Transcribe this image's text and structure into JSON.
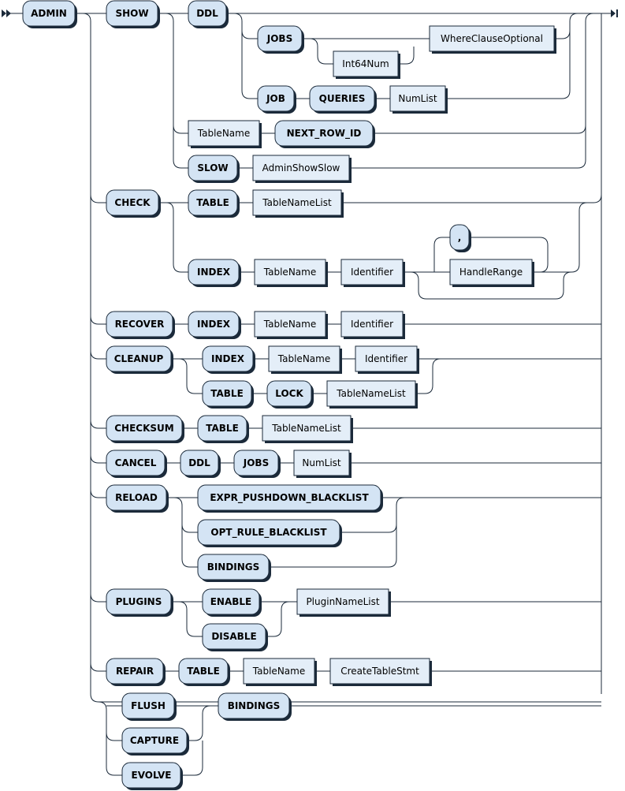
{
  "diagram": {
    "title": "",
    "terminals": {
      "keyword_fill": "#d4e4f4",
      "nonterminal_fill": "#e4eef8",
      "line_color": "#1b2a3a"
    },
    "tokens": [
      {
        "id": "admin",
        "kind": "keyword",
        "label": "ADMIN"
      },
      {
        "id": "show",
        "kind": "keyword",
        "label": "SHOW"
      },
      {
        "id": "ddl",
        "kind": "keyword",
        "label": "DDL"
      },
      {
        "id": "jobs",
        "kind": "keyword",
        "label": "JOBS"
      },
      {
        "id": "int64num",
        "kind": "nonterminal",
        "label": "Int64Num"
      },
      {
        "id": "where_clause_optional",
        "kind": "nonterminal",
        "label": "WhereClauseOptional"
      },
      {
        "id": "job",
        "kind": "keyword",
        "label": "JOB"
      },
      {
        "id": "queries",
        "kind": "keyword",
        "label": "QUERIES"
      },
      {
        "id": "numlist_1",
        "kind": "nonterminal",
        "label": "NumList"
      },
      {
        "id": "tablename_1",
        "kind": "nonterminal",
        "label": "TableName"
      },
      {
        "id": "next_row_id",
        "kind": "keyword",
        "label": "NEXT_ROW_ID"
      },
      {
        "id": "slow",
        "kind": "keyword",
        "label": "SLOW"
      },
      {
        "id": "admin_show_slow",
        "kind": "nonterminal",
        "label": "AdminShowSlow"
      },
      {
        "id": "check",
        "kind": "keyword",
        "label": "CHECK"
      },
      {
        "id": "table_1",
        "kind": "keyword",
        "label": "TABLE"
      },
      {
        "id": "tablenamelist_1",
        "kind": "nonterminal",
        "label": "TableNameList"
      },
      {
        "id": "comma",
        "kind": "keyword",
        "label": ","
      },
      {
        "id": "index_1",
        "kind": "keyword",
        "label": "INDEX"
      },
      {
        "id": "tablename_2",
        "kind": "nonterminal",
        "label": "TableName"
      },
      {
        "id": "identifier_1",
        "kind": "nonterminal",
        "label": "Identifier"
      },
      {
        "id": "handlerange",
        "kind": "nonterminal",
        "label": "HandleRange"
      },
      {
        "id": "recover",
        "kind": "keyword",
        "label": "RECOVER"
      },
      {
        "id": "index_2",
        "kind": "keyword",
        "label": "INDEX"
      },
      {
        "id": "tablename_3",
        "kind": "nonterminal",
        "label": "TableName"
      },
      {
        "id": "identifier_2",
        "kind": "nonterminal",
        "label": "Identifier"
      },
      {
        "id": "cleanup",
        "kind": "keyword",
        "label": "CLEANUP"
      },
      {
        "id": "index_3",
        "kind": "keyword",
        "label": "INDEX"
      },
      {
        "id": "tablename_4",
        "kind": "nonterminal",
        "label": "TableName"
      },
      {
        "id": "identifier_3",
        "kind": "nonterminal",
        "label": "Identifier"
      },
      {
        "id": "table_2",
        "kind": "keyword",
        "label": "TABLE"
      },
      {
        "id": "lock",
        "kind": "keyword",
        "label": "LOCK"
      },
      {
        "id": "tablenamelist_2",
        "kind": "nonterminal",
        "label": "TableNameList"
      },
      {
        "id": "checksum",
        "kind": "keyword",
        "label": "CHECKSUM"
      },
      {
        "id": "table_3",
        "kind": "keyword",
        "label": "TABLE"
      },
      {
        "id": "tablenamelist_3",
        "kind": "nonterminal",
        "label": "TableNameList"
      },
      {
        "id": "cancel",
        "kind": "keyword",
        "label": "CANCEL"
      },
      {
        "id": "ddl_2",
        "kind": "keyword",
        "label": "DDL"
      },
      {
        "id": "jobs_2",
        "kind": "keyword",
        "label": "JOBS"
      },
      {
        "id": "numlist_2",
        "kind": "nonterminal",
        "label": "NumList"
      },
      {
        "id": "reload",
        "kind": "keyword",
        "label": "RELOAD"
      },
      {
        "id": "expr_pushdown_blacklist",
        "kind": "keyword",
        "label": "EXPR_PUSHDOWN_BLACKLIST"
      },
      {
        "id": "opt_rule_blacklist",
        "kind": "keyword",
        "label": "OPT_RULE_BLACKLIST"
      },
      {
        "id": "bindings_1",
        "kind": "keyword",
        "label": "BINDINGS"
      },
      {
        "id": "plugins",
        "kind": "keyword",
        "label": "PLUGINS"
      },
      {
        "id": "enable",
        "kind": "keyword",
        "label": "ENABLE"
      },
      {
        "id": "disable",
        "kind": "keyword",
        "label": "DISABLE"
      },
      {
        "id": "plugin_name_list",
        "kind": "nonterminal",
        "label": "PluginNameList"
      },
      {
        "id": "repair",
        "kind": "keyword",
        "label": "REPAIR"
      },
      {
        "id": "table_4",
        "kind": "keyword",
        "label": "TABLE"
      },
      {
        "id": "tablename_5",
        "kind": "nonterminal",
        "label": "TableName"
      },
      {
        "id": "create_table_stmt",
        "kind": "nonterminal",
        "label": "CreateTableStmt"
      },
      {
        "id": "flush",
        "kind": "keyword",
        "label": "FLUSH"
      },
      {
        "id": "capture",
        "kind": "keyword",
        "label": "CAPTURE"
      },
      {
        "id": "evolve",
        "kind": "keyword",
        "label": "EVOLVE"
      },
      {
        "id": "bindings_2",
        "kind": "keyword",
        "label": "BINDINGS"
      }
    ]
  }
}
